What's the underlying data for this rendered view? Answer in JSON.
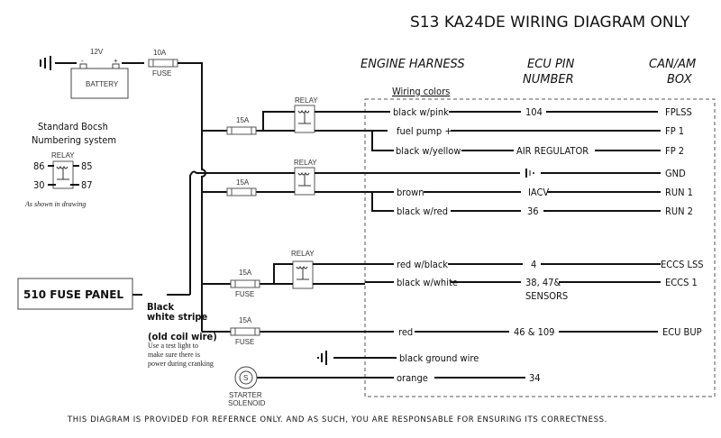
{
  "title": "S13 KA24DE  WIRING DIAGRAM ONLY",
  "headers": {
    "engine_harness": "ENGINE HARNESS",
    "ecu_pin_1": "ECU PIN",
    "ecu_pin_2": "NUMBER",
    "box_1": "CAN/AM",
    "box_2": "BOX"
  },
  "wiring_colors_label": "Wiring colors",
  "battery": {
    "voltage": "12V",
    "label": "BATTERY",
    "neg": "-",
    "pos": "+"
  },
  "main_fuse": {
    "rating": "10A",
    "label": "FUSE"
  },
  "relay_label": "RELAY",
  "fuse_15a": "15A",
  "fuse_label": "FUSE",
  "bosch": {
    "title_1": "Standard Bocsh",
    "title_2": "Numbering system",
    "pin86": "86",
    "pin85": "85",
    "pin30": "30",
    "pin87": "87",
    "note": "As shown in drawing"
  },
  "fuse_panel": {
    "label": "510 FUSE PANEL",
    "wire_1": "Black",
    "wire_2": "white stripe",
    "note_1": "(old coil wire)",
    "note_2": "Use a test light to",
    "note_3": "make sure there is",
    "note_4": "power during cranking"
  },
  "rows": [
    {
      "wire": "black w/pink",
      "pin": "104",
      "box": "FPLSS"
    },
    {
      "wire": "fuel pump +",
      "pin": "",
      "box": "FP 1"
    },
    {
      "wire": "black w/yellow",
      "pin": "AIR REGULATOR",
      "box": "FP 2"
    },
    {
      "wire": "",
      "pin": "",
      "box": "GND"
    },
    {
      "wire": "brown",
      "pin": "IACV",
      "box": "RUN 1"
    },
    {
      "wire": "black w/red",
      "pin": "36",
      "box": "RUN 2"
    },
    {
      "wire": "red w/black",
      "pin": "4",
      "box": "ECCS LSS"
    },
    {
      "wire": "black w/white",
      "pin": "38, 47&",
      "pin2": "SENSORS",
      "box": "ECCS 1"
    },
    {
      "wire": "red",
      "pin": "46 & 109",
      "box": "ECU BUP"
    },
    {
      "wire": "black ground wire",
      "pin": "",
      "box": ""
    },
    {
      "wire": "orange",
      "pin": "34",
      "box": ""
    }
  ],
  "starter": {
    "symbol": "S",
    "label_1": "STARTER",
    "label_2": "SOLENOID"
  },
  "disclaimer": "THIS DIAGRAM IS PROVIDED FOR REFERNCE ONLY. AND AS SUCH, YOU ARE RESPONSABLE FOR ENSURING ITS CORRECTNESS."
}
